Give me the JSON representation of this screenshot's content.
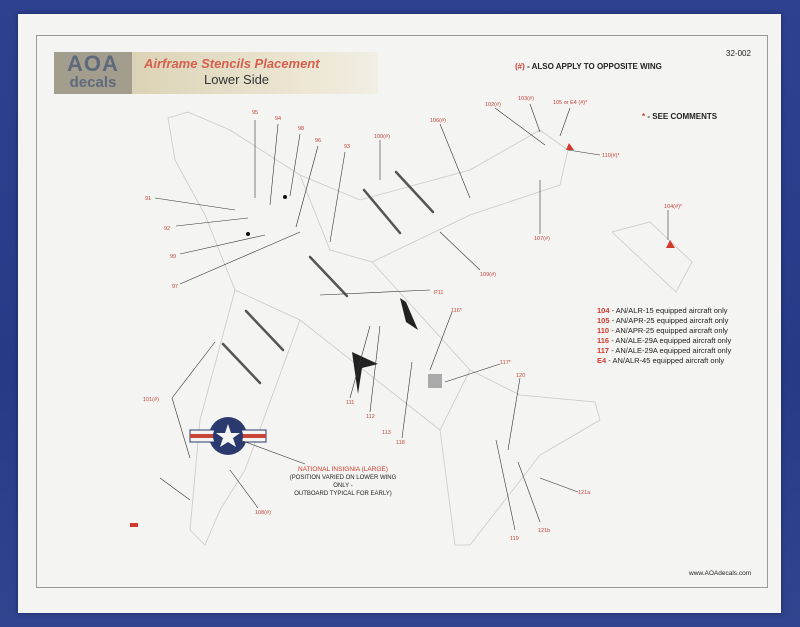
{
  "header": {
    "logo_top": "AOA",
    "logo_bottom": "decals",
    "title": "Airframe Stencils Placement",
    "subtitle": "Lower Side",
    "code": "32-002"
  },
  "notes": {
    "apply_marker": "(#)",
    "apply_text": " - ALSO APPLY TO OPPOSITE WING",
    "comments_marker": "*",
    "comments_text": " - SEE COMMENTS"
  },
  "legend": [
    {
      "num": "104",
      "text": " - AN/ALR-15 equipped aircraft only"
    },
    {
      "num": "105",
      "text": " - AN/APR-25 equipped aircraft only"
    },
    {
      "num": "110",
      "text": " - AN/APR-25 equipped aircraft only"
    },
    {
      "num": "116",
      "text": " - AN/ALE-29A equipped aircraft only"
    },
    {
      "num": "117",
      "text": " - AN/ALE-29A equipped aircraft only"
    },
    {
      "num": "E4",
      "text": " - AN/ALR-45 equipped aircraft only"
    }
  ],
  "insignia": {
    "title": "NATIONAL INSIGNIA (LARGE)",
    "line1": "(POSITION VARIED ON LOWER WING ONLY -",
    "line2": "OUTBOARD TYPICAL FOR EARLY)"
  },
  "website": "www.AOAdecals.com",
  "callouts": [
    "91",
    "92",
    "93",
    "94",
    "95",
    "96",
    "97",
    "98",
    "99",
    "100(#)",
    "101(#)",
    "102(#)",
    "103(#)",
    "104(#)*",
    "105 or E4 (#)*",
    "106(#)",
    "107(#)",
    "108(#)",
    "109(#)",
    "110(#)*",
    "111",
    "112",
    "113",
    "116*",
    "117*",
    "118",
    "119",
    "120",
    "121a",
    "121b",
    "P11"
  ],
  "colors": {
    "red": "#d33a2c",
    "blue_backdrop": "#2c3f8c",
    "paper": "#f4f4f2"
  }
}
